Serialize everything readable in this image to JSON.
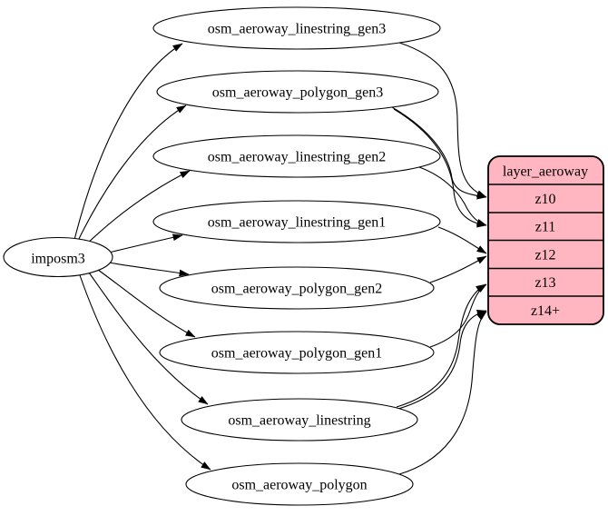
{
  "diagram": {
    "kind": "dependency-graph",
    "background_color": "#ffffff",
    "edge_color": "#000000",
    "node_fill": "#ffffff",
    "source": {
      "label": "imposm3"
    },
    "tables": [
      {
        "label": "osm_aeroway_linestring_gen3"
      },
      {
        "label": "osm_aeroway_polygon_gen3"
      },
      {
        "label": "osm_aeroway_linestring_gen2"
      },
      {
        "label": "osm_aeroway_linestring_gen1"
      },
      {
        "label": "osm_aeroway_polygon_gen2"
      },
      {
        "label": "osm_aeroway_polygon_gen1"
      },
      {
        "label": "osm_aeroway_linestring"
      },
      {
        "label": "osm_aeroway_polygon"
      }
    ],
    "layer": {
      "title": "layer_aeroway",
      "zoom_rows": [
        "z10",
        "z11",
        "z12",
        "z13",
        "z14+"
      ],
      "fill": "#ffb6c1",
      "border": "#000000"
    },
    "edges": [
      {
        "from": "imposm3",
        "to": "osm_aeroway_linestring_gen3"
      },
      {
        "from": "imposm3",
        "to": "osm_aeroway_polygon_gen3"
      },
      {
        "from": "imposm3",
        "to": "osm_aeroway_linestring_gen2"
      },
      {
        "from": "imposm3",
        "to": "osm_aeroway_linestring_gen1"
      },
      {
        "from": "imposm3",
        "to": "osm_aeroway_polygon_gen2"
      },
      {
        "from": "imposm3",
        "to": "osm_aeroway_polygon_gen1"
      },
      {
        "from": "imposm3",
        "to": "osm_aeroway_linestring"
      },
      {
        "from": "imposm3",
        "to": "osm_aeroway_polygon"
      },
      {
        "from": "osm_aeroway_linestring_gen3",
        "to": "z10"
      },
      {
        "from": "osm_aeroway_polygon_gen3",
        "to": "z10"
      },
      {
        "from": "osm_aeroway_polygon_gen3",
        "to": "z11"
      },
      {
        "from": "osm_aeroway_linestring_gen2",
        "to": "z11"
      },
      {
        "from": "osm_aeroway_linestring_gen1",
        "to": "z12"
      },
      {
        "from": "osm_aeroway_polygon_gen2",
        "to": "z12"
      },
      {
        "from": "osm_aeroway_polygon_gen1",
        "to": "z13"
      },
      {
        "from": "osm_aeroway_linestring",
        "to": "z13"
      },
      {
        "from": "osm_aeroway_linestring",
        "to": "z14+"
      },
      {
        "from": "osm_aeroway_polygon",
        "to": "z14+"
      }
    ]
  }
}
